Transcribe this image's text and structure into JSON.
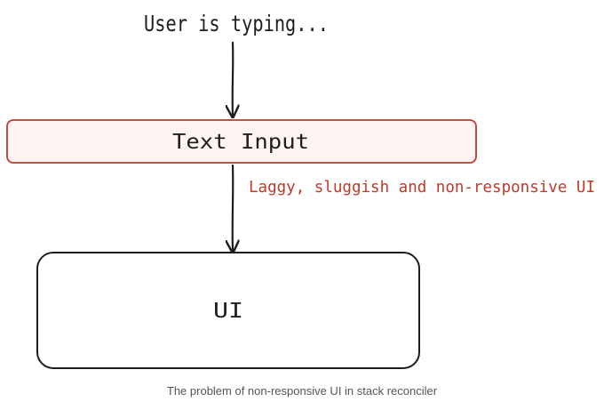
{
  "diagram": {
    "top_label": "User is typing...",
    "input_box_label": "Text Input",
    "annotation": "Laggy, sluggish and non-responsive UI",
    "ui_box_label": "UI",
    "colors": {
      "ink": "#1e1e1e",
      "accent_red": "#c0392b",
      "input_fill": "#fdf3f3"
    }
  },
  "caption": "The problem of non-responsive UI in stack reconciler"
}
